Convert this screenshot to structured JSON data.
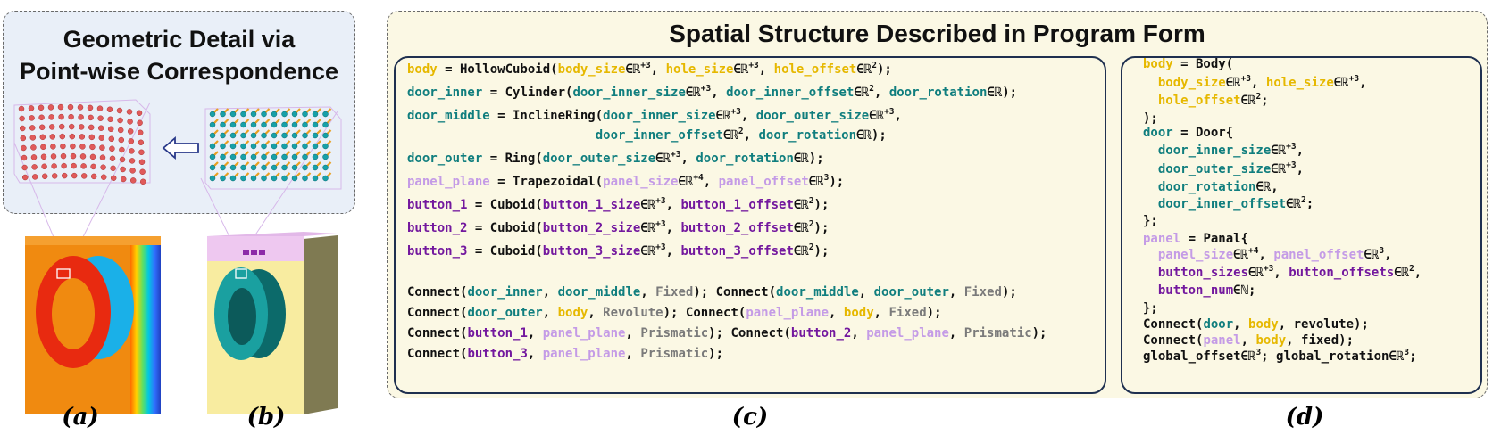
{
  "left_panel": {
    "title_line1": "Geometric Detail via",
    "title_line2": "Point-wise Correspondence"
  },
  "right_panel": {
    "title": "Spatial Structure Described in Program Form"
  },
  "captions": {
    "a": "(a)",
    "b": "(b)",
    "c": "(c)",
    "d": "(d)"
  },
  "colors": {
    "body_yellow": "#e6b800",
    "door_teal": "#107e7e",
    "panel_lavender": "#c49be6",
    "button_purple": "#73189e",
    "joint_gray": "#7a7a7a",
    "box_border": "#1f3050",
    "background_yellow": "#fbf8e4",
    "background_blue": "#e9eff8"
  },
  "code_c": {
    "lines": [
      [
        [
          "y",
          "body"
        ],
        [
          "k",
          " = HollowCuboid("
        ],
        [
          "y",
          "body_size"
        ],
        [
          "k",
          "∈ℝ"
        ],
        [
          "s",
          "+3"
        ],
        [
          "k",
          ", "
        ],
        [
          "y",
          "hole_size"
        ],
        [
          "k",
          "∈ℝ"
        ],
        [
          "s",
          "+3"
        ],
        [
          "k",
          ", "
        ],
        [
          "y",
          "hole_offset"
        ],
        [
          "k",
          "∈ℝ"
        ],
        [
          "s",
          "2"
        ],
        [
          "k",
          ");"
        ]
      ],
      [
        [
          "t",
          "door_inner"
        ],
        [
          "k",
          " = Cylinder("
        ],
        [
          "t",
          "door_inner_size"
        ],
        [
          "k",
          "∈ℝ"
        ],
        [
          "s",
          "+3"
        ],
        [
          "k",
          ", "
        ],
        [
          "t",
          "door_inner_offset"
        ],
        [
          "k",
          "∈ℝ"
        ],
        [
          "s",
          "2"
        ],
        [
          "k",
          ", "
        ],
        [
          "t",
          "door_rotation"
        ],
        [
          "k",
          "∈ℝ);"
        ]
      ],
      [
        [
          "t",
          "door_middle"
        ],
        [
          "k",
          " = InclineRing("
        ],
        [
          "t",
          "door_inner_size"
        ],
        [
          "k",
          "∈ℝ"
        ],
        [
          "s",
          "+3"
        ],
        [
          "k",
          ", "
        ],
        [
          "t",
          "door_outer_size"
        ],
        [
          "k",
          "∈ℝ"
        ],
        [
          "s",
          "+3"
        ],
        [
          "k",
          ","
        ]
      ],
      [
        [
          "k",
          "                         "
        ],
        [
          "t",
          "door_inner_offset"
        ],
        [
          "k",
          "∈ℝ"
        ],
        [
          "s",
          "2"
        ],
        [
          "k",
          ", "
        ],
        [
          "t",
          "door_rotation"
        ],
        [
          "k",
          "∈ℝ);"
        ]
      ],
      [
        [
          "t",
          "door_outer"
        ],
        [
          "k",
          " = Ring("
        ],
        [
          "t",
          "door_outer_size"
        ],
        [
          "k",
          "∈ℝ"
        ],
        [
          "s",
          "+3"
        ],
        [
          "k",
          ", "
        ],
        [
          "t",
          "door_rotation"
        ],
        [
          "k",
          "∈ℝ);"
        ]
      ],
      [
        [
          "p",
          "panel_plane"
        ],
        [
          "k",
          " = Trapezoidal("
        ],
        [
          "p",
          "panel_size"
        ],
        [
          "k",
          "∈ℝ"
        ],
        [
          "s",
          "+4"
        ],
        [
          "k",
          ", "
        ],
        [
          "p",
          "panel_offset"
        ],
        [
          "k",
          "∈ℝ"
        ],
        [
          "s",
          "3"
        ],
        [
          "k",
          ");"
        ]
      ],
      [
        [
          "v",
          "button_1"
        ],
        [
          "k",
          " = Cuboid("
        ],
        [
          "v",
          "button_1_size"
        ],
        [
          "k",
          "∈ℝ"
        ],
        [
          "s",
          "+3"
        ],
        [
          "k",
          ", "
        ],
        [
          "v",
          "button_1_offset"
        ],
        [
          "k",
          "∈ℝ"
        ],
        [
          "s",
          "2"
        ],
        [
          "k",
          ");"
        ]
      ],
      [
        [
          "v",
          "button_2"
        ],
        [
          "k",
          " = Cuboid("
        ],
        [
          "v",
          "button_2_size"
        ],
        [
          "k",
          "∈ℝ"
        ],
        [
          "s",
          "+3"
        ],
        [
          "k",
          ", "
        ],
        [
          "v",
          "button_2_offset"
        ],
        [
          "k",
          "∈ℝ"
        ],
        [
          "s",
          "2"
        ],
        [
          "k",
          ");"
        ]
      ],
      [
        [
          "v",
          "button_3"
        ],
        [
          "k",
          " = Cuboid("
        ],
        [
          "v",
          "button_3_size"
        ],
        [
          "k",
          "∈ℝ"
        ],
        [
          "s",
          "+3"
        ],
        [
          "k",
          ", "
        ],
        [
          "v",
          "button_3_offset"
        ],
        [
          "k",
          "∈ℝ"
        ],
        [
          "s",
          "2"
        ],
        [
          "k",
          ");"
        ]
      ],
      [
        [
          "k",
          "Connect("
        ],
        [
          "t",
          "door_inner"
        ],
        [
          "k",
          ", "
        ],
        [
          "t",
          "door_middle"
        ],
        [
          "k",
          ", "
        ],
        [
          "g",
          "Fixed"
        ],
        [
          "k",
          "); Connect("
        ],
        [
          "t",
          "door_middle"
        ],
        [
          "k",
          ", "
        ],
        [
          "t",
          "door_outer"
        ],
        [
          "k",
          ", "
        ],
        [
          "g",
          "Fixed"
        ],
        [
          "k",
          ");"
        ]
      ],
      [
        [
          "k",
          "Connect("
        ],
        [
          "t",
          "door_outer"
        ],
        [
          "k",
          ", "
        ],
        [
          "y",
          "body"
        ],
        [
          "k",
          ", "
        ],
        [
          "g",
          "Revolute"
        ],
        [
          "k",
          "); Connect("
        ],
        [
          "p",
          "panel_plane"
        ],
        [
          "k",
          ", "
        ],
        [
          "y",
          "body"
        ],
        [
          "k",
          ", "
        ],
        [
          "g",
          "Fixed"
        ],
        [
          "k",
          ");"
        ]
      ],
      [
        [
          "k",
          "Connect("
        ],
        [
          "v",
          "button_1"
        ],
        [
          "k",
          ", "
        ],
        [
          "p",
          "panel_plane"
        ],
        [
          "k",
          ", "
        ],
        [
          "g",
          "Prismatic"
        ],
        [
          "k",
          "); Connect("
        ],
        [
          "v",
          "button_2"
        ],
        [
          "k",
          ", "
        ],
        [
          "p",
          "panel_plane"
        ],
        [
          "k",
          ", "
        ],
        [
          "g",
          "Prismatic"
        ],
        [
          "k",
          ");"
        ]
      ],
      [
        [
          "k",
          "Connect("
        ],
        [
          "v",
          "button_3"
        ],
        [
          "k",
          ", "
        ],
        [
          "p",
          "panel_plane"
        ],
        [
          "k",
          ", "
        ],
        [
          "g",
          "Prismatic"
        ],
        [
          "k",
          ");"
        ]
      ]
    ]
  },
  "code_d": {
    "lines": [
      [
        [
          "y",
          "body"
        ],
        [
          "k",
          " = Body("
        ]
      ],
      [
        [
          "k",
          "  "
        ],
        [
          "y",
          "body_size"
        ],
        [
          "k",
          "∈ℝ"
        ],
        [
          "s",
          "+3"
        ],
        [
          "k",
          ", "
        ],
        [
          "y",
          "hole_size"
        ],
        [
          "k",
          "∈ℝ"
        ],
        [
          "s",
          "+3"
        ],
        [
          "k",
          ","
        ]
      ],
      [
        [
          "k",
          "  "
        ],
        [
          "y",
          "hole_offset"
        ],
        [
          "k",
          "∈ℝ"
        ],
        [
          "s",
          "2"
        ],
        [
          "k",
          ";"
        ]
      ],
      [
        [
          "k",
          ");"
        ]
      ],
      [
        [
          "t",
          "door"
        ],
        [
          "k",
          " = Door{"
        ]
      ],
      [
        [
          "k",
          "  "
        ],
        [
          "t",
          "door_inner_size"
        ],
        [
          "k",
          "∈ℝ"
        ],
        [
          "s",
          "+3"
        ],
        [
          "k",
          ","
        ]
      ],
      [
        [
          "k",
          "  "
        ],
        [
          "t",
          "door_outer_size"
        ],
        [
          "k",
          "∈ℝ"
        ],
        [
          "s",
          "+3"
        ],
        [
          "k",
          ","
        ]
      ],
      [
        [
          "k",
          "  "
        ],
        [
          "t",
          "door_rotation"
        ],
        [
          "k",
          "∈ℝ,"
        ]
      ],
      [
        [
          "k",
          "  "
        ],
        [
          "t",
          "door_inner_offset"
        ],
        [
          "k",
          "∈ℝ"
        ],
        [
          "s",
          "2"
        ],
        [
          "k",
          ";"
        ]
      ],
      [
        [
          "k",
          "};"
        ]
      ],
      [
        [
          "p",
          "panel"
        ],
        [
          "k",
          " = Panal{"
        ]
      ],
      [
        [
          "k",
          "  "
        ],
        [
          "p",
          "panel_size"
        ],
        [
          "k",
          "∈ℝ"
        ],
        [
          "s",
          "+4"
        ],
        [
          "k",
          ", "
        ],
        [
          "p",
          "panel_offset"
        ],
        [
          "k",
          "∈ℝ"
        ],
        [
          "s",
          "3"
        ],
        [
          "k",
          ","
        ]
      ],
      [
        [
          "k",
          "  "
        ],
        [
          "v",
          "button_sizes"
        ],
        [
          "k",
          "∈ℝ"
        ],
        [
          "s",
          "+3"
        ],
        [
          "k",
          ", "
        ],
        [
          "v",
          "button_offsets"
        ],
        [
          "k",
          "∈ℝ"
        ],
        [
          "s",
          "2"
        ],
        [
          "k",
          ","
        ]
      ],
      [
        [
          "k",
          "  "
        ],
        [
          "v",
          "button_num"
        ],
        [
          "k",
          "∈ℕ;"
        ]
      ],
      [
        [
          "k",
          "};"
        ]
      ],
      [
        [
          "k",
          "Connect("
        ],
        [
          "t",
          "door"
        ],
        [
          "k",
          ", "
        ],
        [
          "y",
          "body"
        ],
        [
          "k",
          ", revolute);"
        ]
      ],
      [
        [
          "k",
          "Connect("
        ],
        [
          "p",
          "panel"
        ],
        [
          "k",
          ", "
        ],
        [
          "y",
          "body"
        ],
        [
          "k",
          ", fixed);"
        ]
      ],
      [
        [
          "k",
          "global_offset∈ℝ"
        ],
        [
          "s",
          "3"
        ],
        [
          "k",
          "; global_rotation∈ℝ"
        ],
        [
          "s",
          "3"
        ],
        [
          "k",
          ";"
        ]
      ]
    ]
  }
}
